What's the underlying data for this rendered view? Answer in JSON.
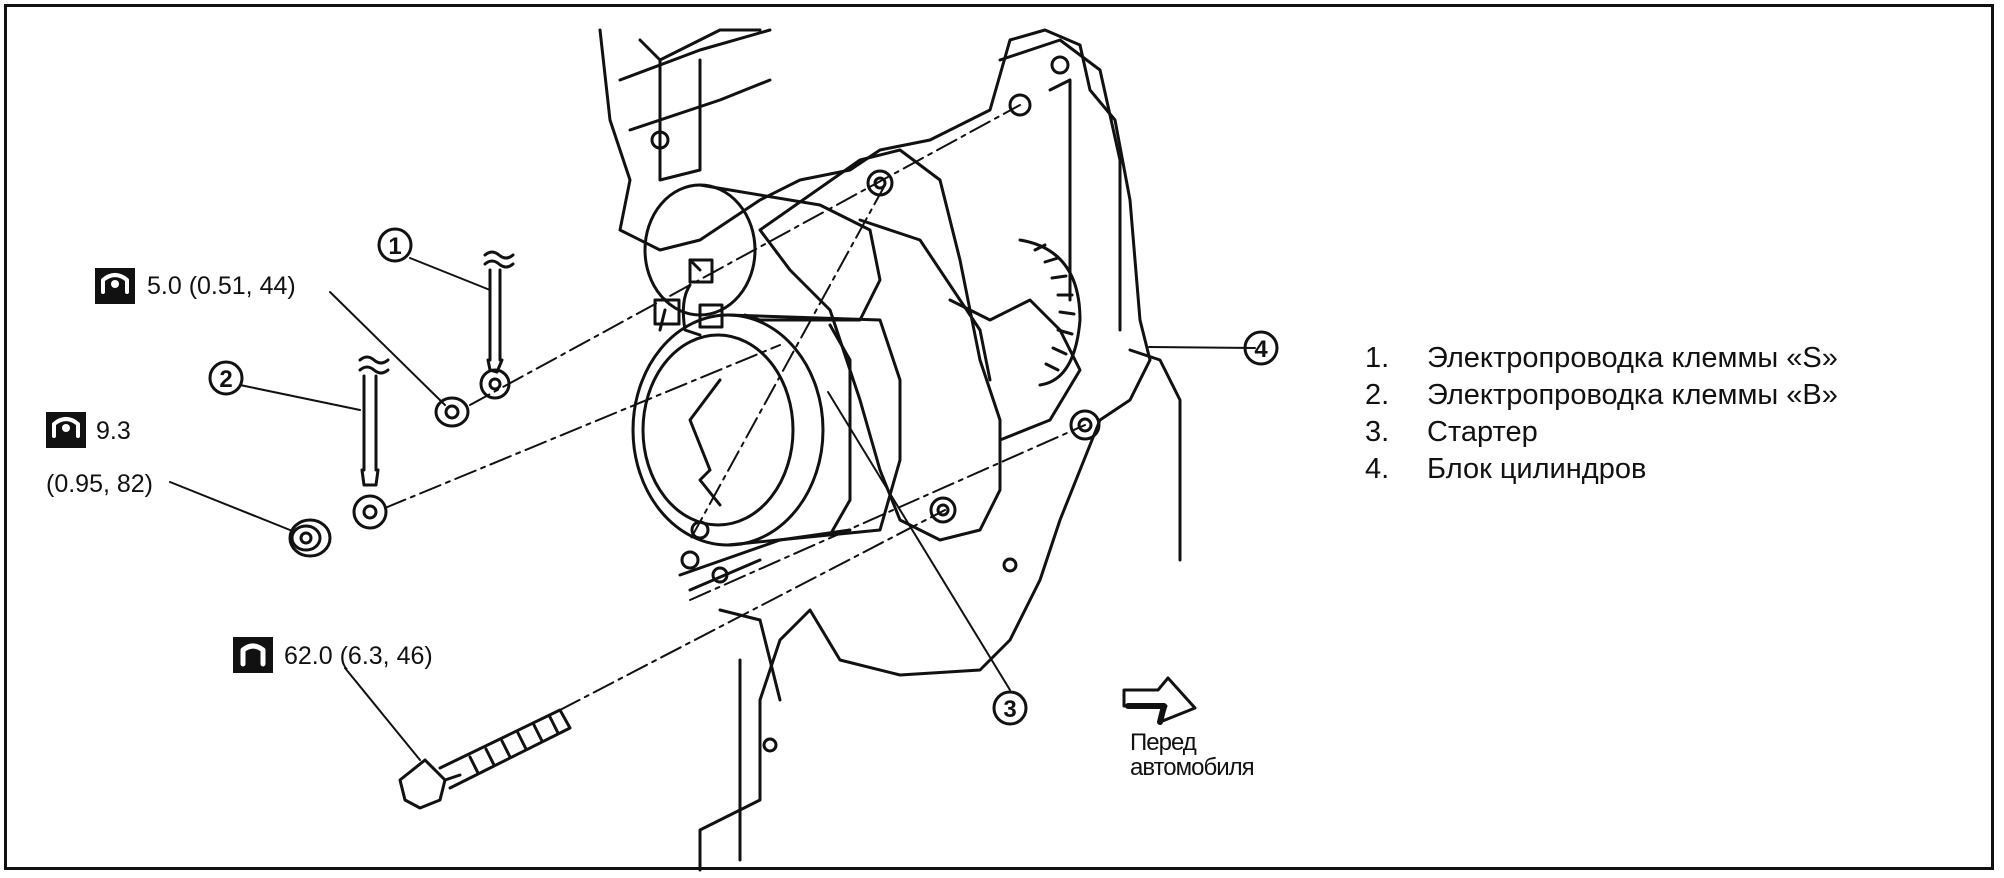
{
  "callouts": [
    {
      "num": "1",
      "label": "Электропроводка клеммы «S»"
    },
    {
      "num": "2",
      "label": "Электропроводка клеммы «B»"
    },
    {
      "num": "3",
      "label": "Стартер"
    },
    {
      "num": "4",
      "label": "Блок цилиндров"
    }
  ],
  "torque": {
    "s_nut": "5.0 (0.51, 44)",
    "b_nut_line1": "9.3",
    "b_nut_line2": "(0.95, 82)",
    "bolt": "62.0 (6.3, 46)"
  },
  "front_label": {
    "line1": "Перед",
    "line2": "автомобиля"
  },
  "icons": [
    "torque-wrench-icon",
    "torque-wrench-icon",
    "torque-wrench-icon",
    "front-direction-arrow-icon"
  ]
}
